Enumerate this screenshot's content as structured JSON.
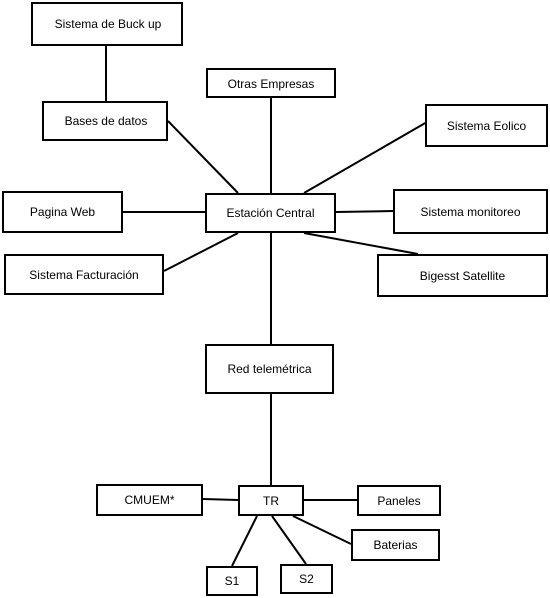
{
  "diagram": {
    "nodes": {
      "backup": "Sistema de Buck up",
      "otras_empresas": "Otras Empresas",
      "bases_datos": "Bases de datos",
      "sistema_eolico": "Sistema Eolico",
      "pagina_web": "Pagina Web",
      "estacion_central": "Estación Central",
      "sistema_monitoreo": "Sistema monitoreo",
      "sistema_facturacion": "Sistema Facturación",
      "bigesst_satellite": "Bigesst Satellite",
      "red_telemetrica": "Red telemétrica",
      "cmuem": "CMUEM*",
      "tr": "TR",
      "paneles": "Paneles",
      "baterias": "Baterias",
      "s1": "S1",
      "s2": "S2"
    },
    "line_color": "#000000",
    "box_border_color": "#000000",
    "background_color": "#ffffff",
    "connections": [
      [
        "backup",
        "bases_datos"
      ],
      [
        "bases_datos",
        "estacion_central"
      ],
      [
        "otras_empresas",
        "estacion_central"
      ],
      [
        "sistema_eolico",
        "estacion_central"
      ],
      [
        "pagina_web",
        "estacion_central"
      ],
      [
        "estacion_central",
        "sistema_monitoreo"
      ],
      [
        "sistema_facturacion",
        "estacion_central"
      ],
      [
        "estacion_central",
        "bigesst_satellite"
      ],
      [
        "estacion_central",
        "red_telemetrica"
      ],
      [
        "red_telemetrica",
        "tr"
      ],
      [
        "cmuem",
        "tr"
      ],
      [
        "tr",
        "paneles"
      ],
      [
        "tr",
        "baterias"
      ],
      [
        "tr",
        "s1"
      ],
      [
        "tr",
        "s2"
      ]
    ]
  }
}
